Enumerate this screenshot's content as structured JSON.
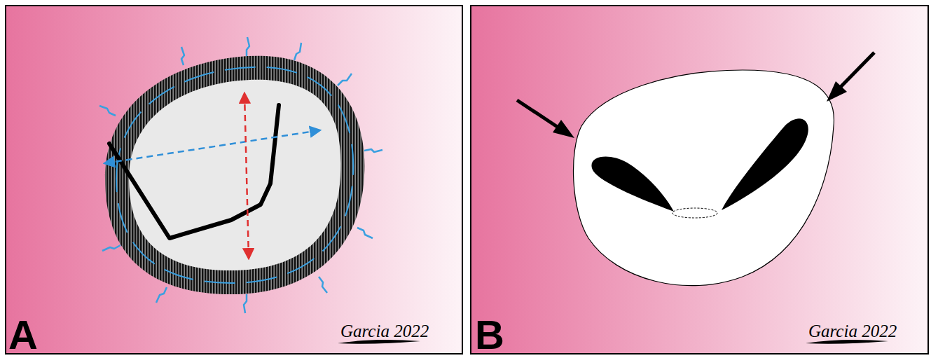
{
  "diagram": {
    "labels": [
      "A",
      "Garcia 2022",
      "B",
      "Garcia 2022"
    ]
  }
}
